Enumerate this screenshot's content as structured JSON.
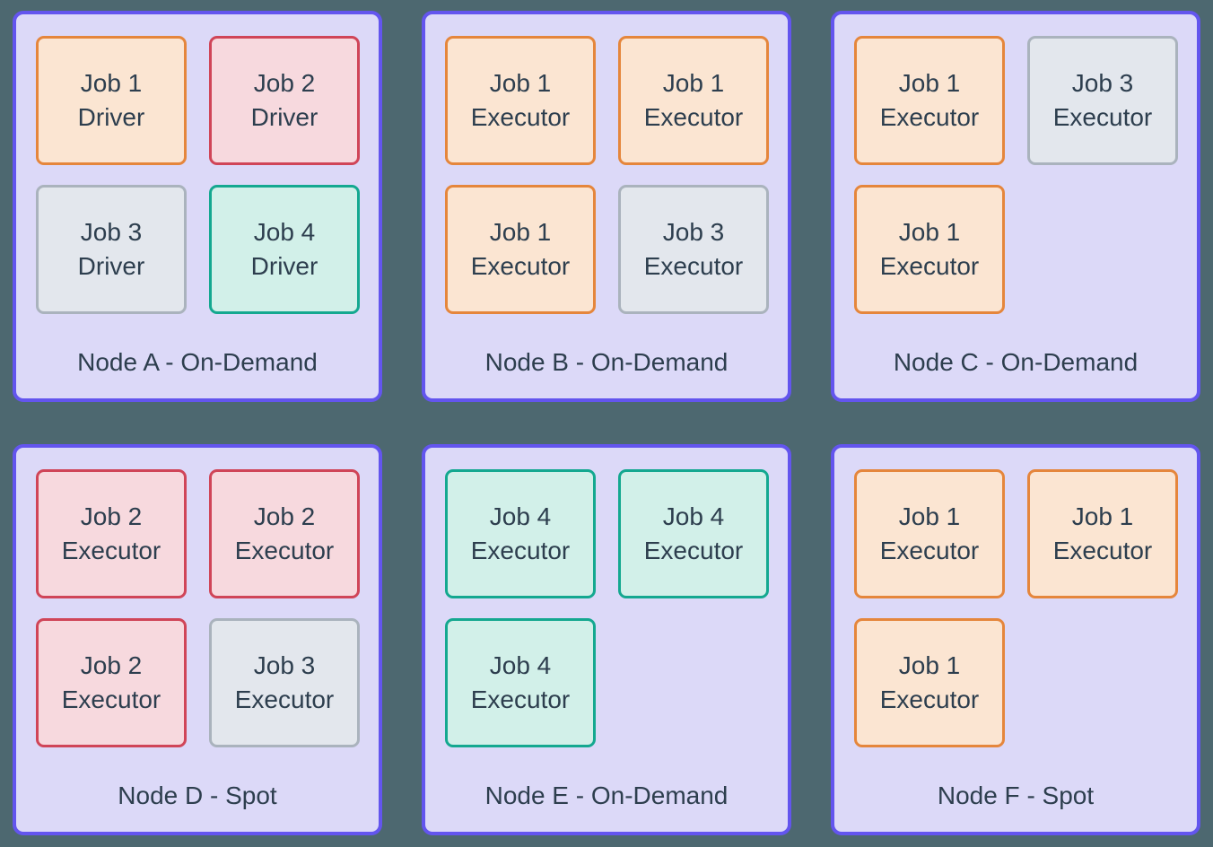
{
  "palette": {
    "page_background": "#4d6870",
    "node_fill": "#dcd9f8",
    "node_border": "#6355ee",
    "text": "#2d3e4e",
    "jobs": {
      "job1": {
        "border": "#e5863c",
        "fill": "#fbe5d2"
      },
      "job2": {
        "border": "#d04558",
        "fill": "#f7d9de"
      },
      "job3": {
        "border": "#aab3bd",
        "fill": "#e3e7ed"
      },
      "job4": {
        "border": "#14a890",
        "fill": "#d2f0e9"
      }
    }
  },
  "nodes": [
    {
      "id": "node-a",
      "label": "Node A - On-Demand",
      "jobs": [
        {
          "line1": "Job 1",
          "line2": "Driver",
          "color": "job1"
        },
        {
          "line1": "Job 2",
          "line2": "Driver",
          "color": "job2"
        },
        {
          "line1": "Job 3",
          "line2": "Driver",
          "color": "job3"
        },
        {
          "line1": "Job 4",
          "line2": "Driver",
          "color": "job4"
        }
      ]
    },
    {
      "id": "node-b",
      "label": "Node B - On-Demand",
      "jobs": [
        {
          "line1": "Job 1",
          "line2": "Executor",
          "color": "job1"
        },
        {
          "line1": "Job 1",
          "line2": "Executor",
          "color": "job1"
        },
        {
          "line1": "Job 1",
          "line2": "Executor",
          "color": "job1"
        },
        {
          "line1": "Job 3",
          "line2": "Executor",
          "color": "job3"
        }
      ]
    },
    {
      "id": "node-c",
      "label": "Node C - On-Demand",
      "jobs": [
        {
          "line1": "Job 1",
          "line2": "Executor",
          "color": "job1"
        },
        {
          "line1": "Job 3",
          "line2": "Executor",
          "color": "job3"
        },
        {
          "line1": "Job 1",
          "line2": "Executor",
          "color": "job1"
        }
      ]
    },
    {
      "id": "node-d",
      "label": "Node D - Spot",
      "jobs": [
        {
          "line1": "Job 2",
          "line2": "Executor",
          "color": "job2"
        },
        {
          "line1": "Job 2",
          "line2": "Executor",
          "color": "job2"
        },
        {
          "line1": "Job 2",
          "line2": "Executor",
          "color": "job2"
        },
        {
          "line1": "Job 3",
          "line2": "Executor",
          "color": "job3"
        }
      ]
    },
    {
      "id": "node-e",
      "label": "Node E - On-Demand",
      "jobs": [
        {
          "line1": "Job 4",
          "line2": "Executor",
          "color": "job4"
        },
        {
          "line1": "Job 4",
          "line2": "Executor",
          "color": "job4"
        },
        {
          "line1": "Job 4",
          "line2": "Executor",
          "color": "job4"
        }
      ]
    },
    {
      "id": "node-f",
      "label": "Node F - Spot",
      "jobs": [
        {
          "line1": "Job 1",
          "line2": "Executor",
          "color": "job1"
        },
        {
          "line1": "Job 1",
          "line2": "Executor",
          "color": "job1"
        },
        {
          "line1": "Job 1",
          "line2": "Executor",
          "color": "job1"
        }
      ]
    }
  ]
}
